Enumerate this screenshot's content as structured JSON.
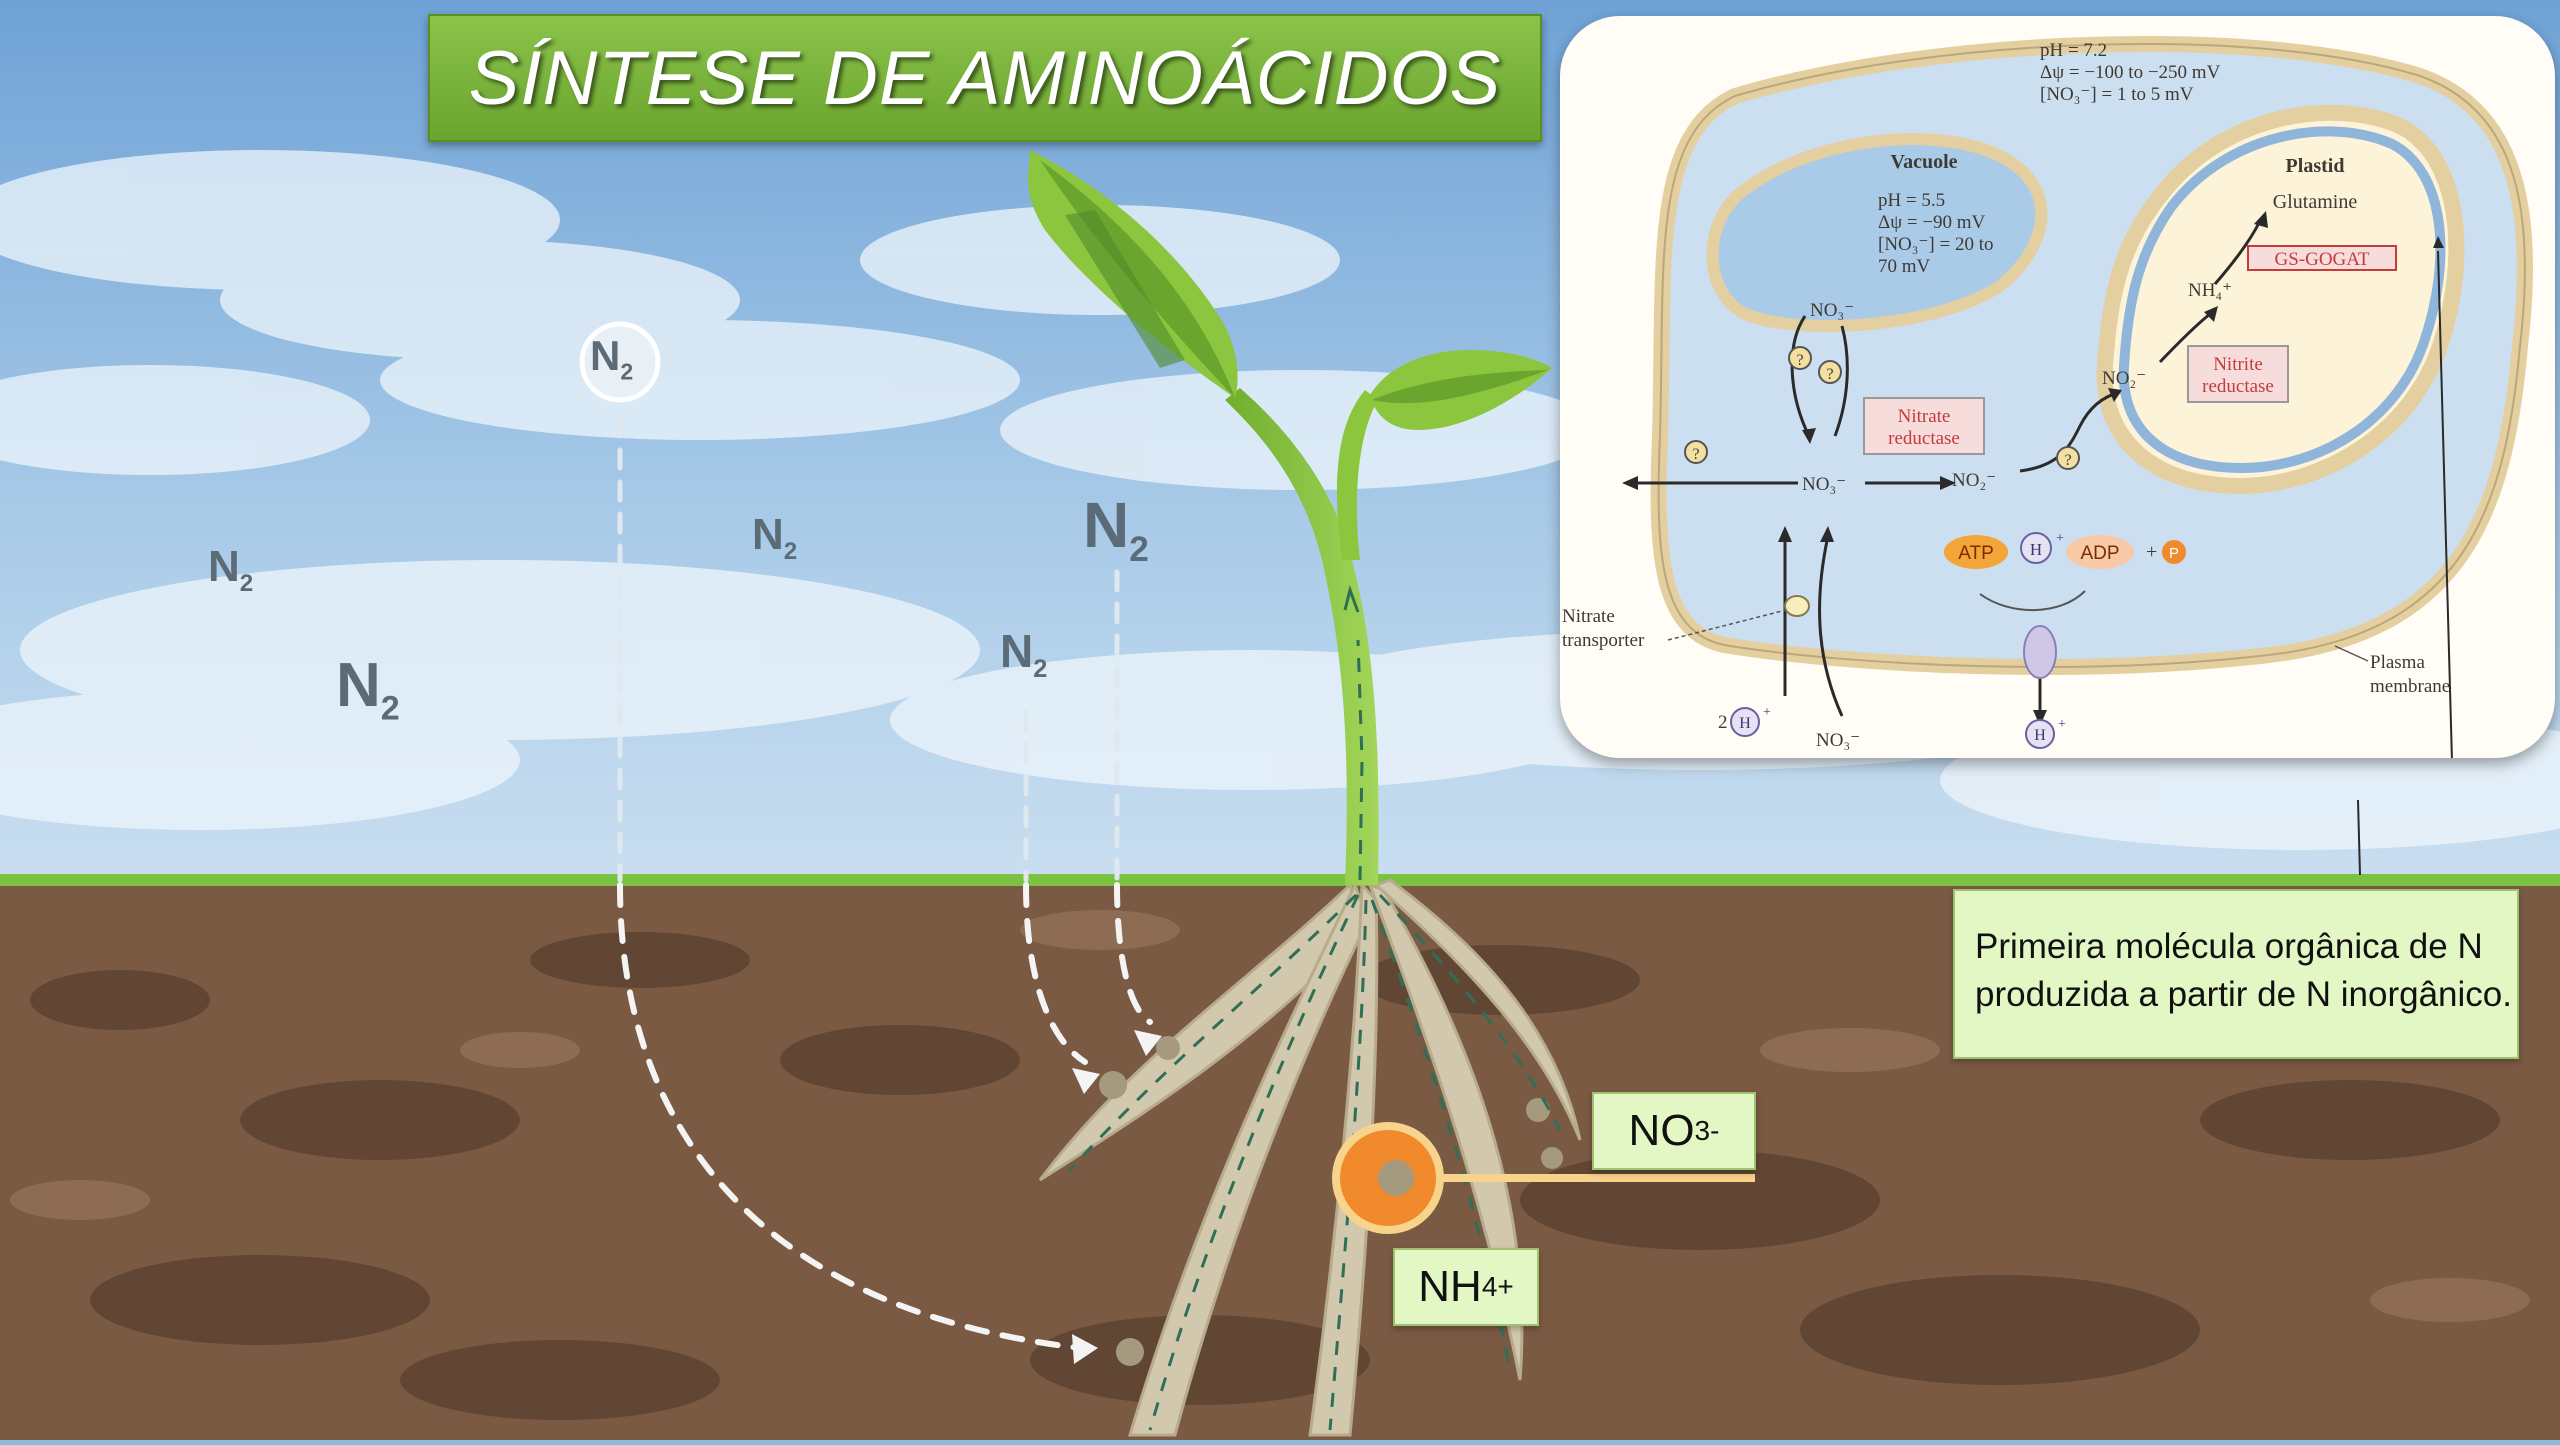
{
  "title": "SÍNTESE DE AMINOÁCIDOS",
  "n2_labels": {
    "circle": "N",
    "a": "N",
    "b": "N",
    "c": "N",
    "d": "N",
    "e": "N",
    "subscript": "2"
  },
  "soil_labels": {
    "nitrate": {
      "base": "NO",
      "sub": "3",
      "sup": "-"
    },
    "ammonium": {
      "base": "NH",
      "sub": "4",
      "sup": "+"
    }
  },
  "cell_diagram": {
    "cytosol_conditions": [
      "pH = 7.2",
      "Δψ = −100 to −250 mV",
      "[NO₃⁻] = 1 to 5 mV"
    ],
    "vacuole_title": "Vacuole",
    "vacuole_conditions": [
      "pH = 5.5",
      "Δψ = −90 mV",
      "[NO₃⁻] = 20 to",
      "70 mV"
    ],
    "plastid_title": "Plastid",
    "glutamine": "Glutamine",
    "gs_gogat": "GS-GOGAT",
    "nh4": "NH₄⁺",
    "no2_plastid": "NO₂⁻",
    "nitrite_reductase": [
      "Nitrite",
      "reductase"
    ],
    "nitrate_reductase": [
      "Nitrate",
      "reductase"
    ],
    "no3_vacuole": "NO₃⁻",
    "no3_center": "NO₃⁻",
    "no2_center": "NO₂⁻",
    "no3_outside": "NO₃⁻",
    "question": "?",
    "atp": "ATP",
    "adp": "ADP",
    "plus": "+",
    "phosphate": "P",
    "proton": "H",
    "proton_charge": "+",
    "two": "2",
    "nitrate_transporter": [
      "Nitrate",
      "transporter"
    ],
    "plasma_membrane": [
      "Plasma",
      "membrane"
    ]
  },
  "note": {
    "line1": "Primeira molécula orgânica de N",
    "line2": "produzida a partir de N inorgânico."
  },
  "colors": {
    "sky": "#8fb8de",
    "soil": "#7a5a43",
    "grass": "#7cc242",
    "leaf": "#8cc63f",
    "root": "#d2c8ad",
    "label_bg": "#e2f7c4",
    "title_bg": "#7ab63a",
    "ammonium_ring": "#f08a2c"
  }
}
